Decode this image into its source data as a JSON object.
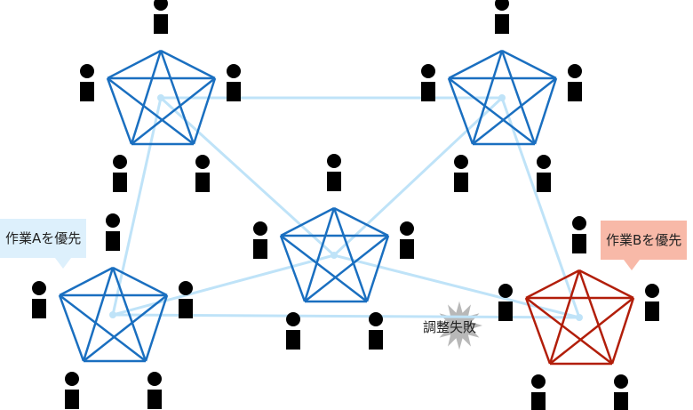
{
  "labels": {
    "priority_a": "作業Aを優先",
    "priority_b": "作業Bを優先",
    "failure": "調整失敗"
  },
  "colors": {
    "team": "#1a6fc0",
    "conflict_team": "#b21e0a",
    "link": "#bfe3f8",
    "burst": "#b8b8b8"
  }
}
